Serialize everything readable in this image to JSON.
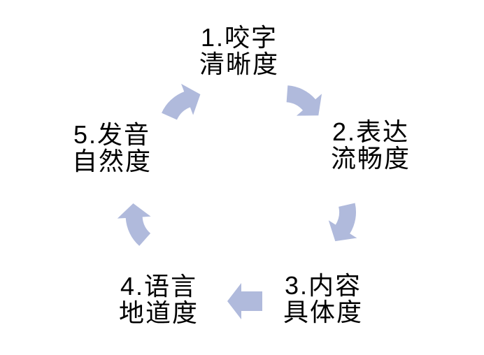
{
  "diagram": {
    "type": "cycle",
    "direction": "clockwise",
    "background_color": "#ffffff",
    "text_color": "#000000",
    "arrow_color": "#b0badc",
    "steps": [
      {
        "id": 1,
        "line1": "1.咬字",
        "line2": "清晰度"
      },
      {
        "id": 2,
        "line1": "2.表达",
        "line2": "流畅度"
      },
      {
        "id": 3,
        "line1": "3.内容",
        "line2": "具体度"
      },
      {
        "id": 4,
        "line1": "4.语言",
        "line2": "地道度"
      },
      {
        "id": 5,
        "line1": "5.发音",
        "line2": "自然度"
      }
    ],
    "arrows": [
      {
        "icon": "block-arrow-icon",
        "from": 1,
        "to": 2
      },
      {
        "icon": "block-arrow-icon",
        "from": 2,
        "to": 3
      },
      {
        "icon": "block-arrow-icon",
        "from": 3,
        "to": 4
      },
      {
        "icon": "block-arrow-icon",
        "from": 4,
        "to": 5
      },
      {
        "icon": "block-arrow-icon",
        "from": 5,
        "to": 1
      }
    ]
  }
}
